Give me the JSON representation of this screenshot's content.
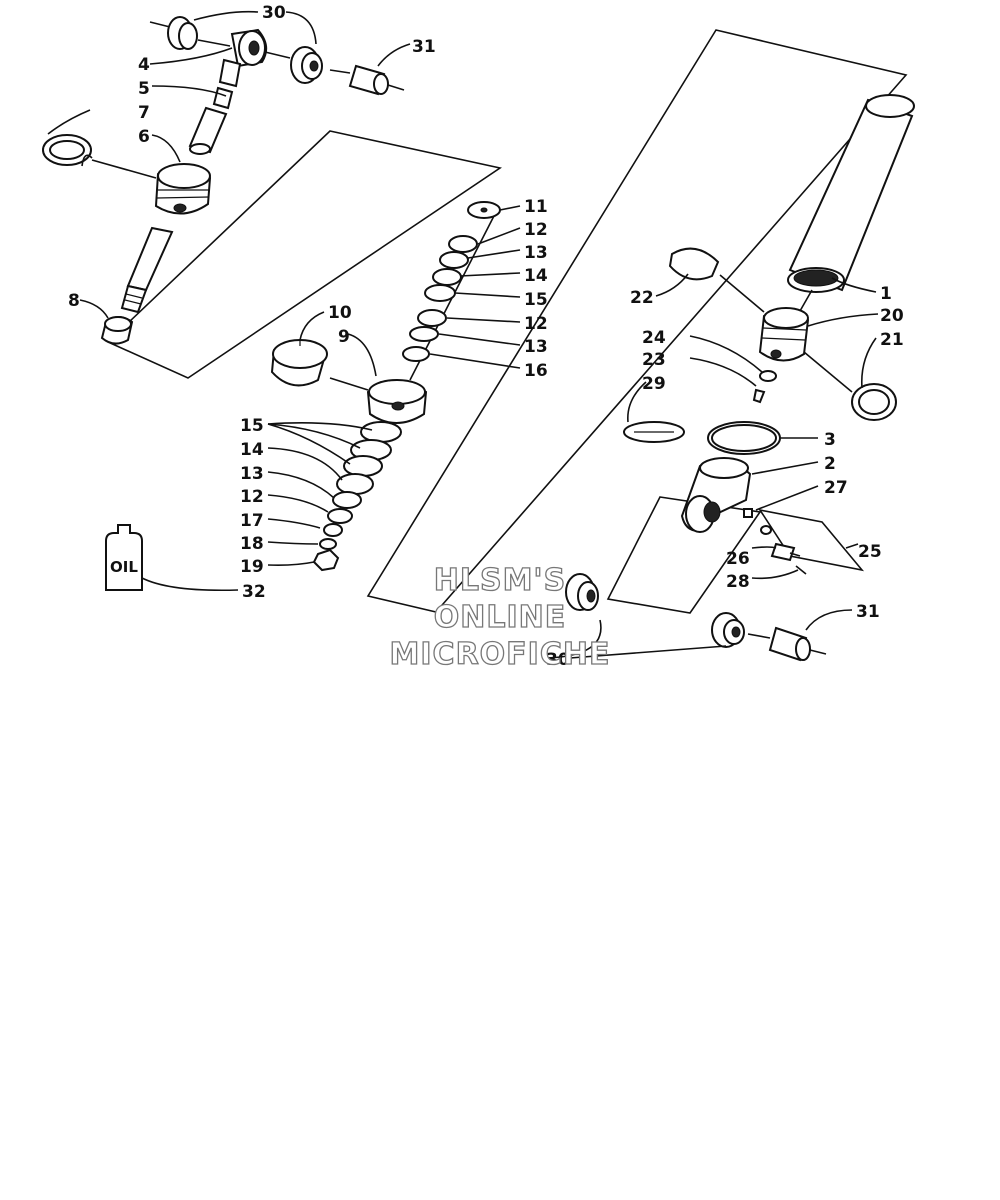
{
  "callouts": {
    "n1": "1",
    "n2": "2",
    "n3": "3",
    "n4": "4",
    "n5": "5",
    "n6": "6",
    "n7": "7",
    "n8": "8",
    "n9": "9",
    "n10": "10",
    "n11": "11",
    "n12": "12",
    "n13": "13",
    "n14": "14",
    "n15": "15",
    "n16": "16",
    "n17": "17",
    "n18": "18",
    "n19": "19",
    "n20": "20",
    "n21": "21",
    "n22": "22",
    "n23": "23",
    "n24": "24",
    "n25": "25",
    "n26": "26",
    "n27": "27",
    "n28": "28",
    "n29": "29",
    "n30": "30",
    "n31": "31",
    "n32": "32"
  },
  "oil_bottle_text": "OIL",
  "watermark": {
    "line1": "HLSM'S",
    "line2": "ONLINE",
    "line3": "MICROFICHE"
  }
}
